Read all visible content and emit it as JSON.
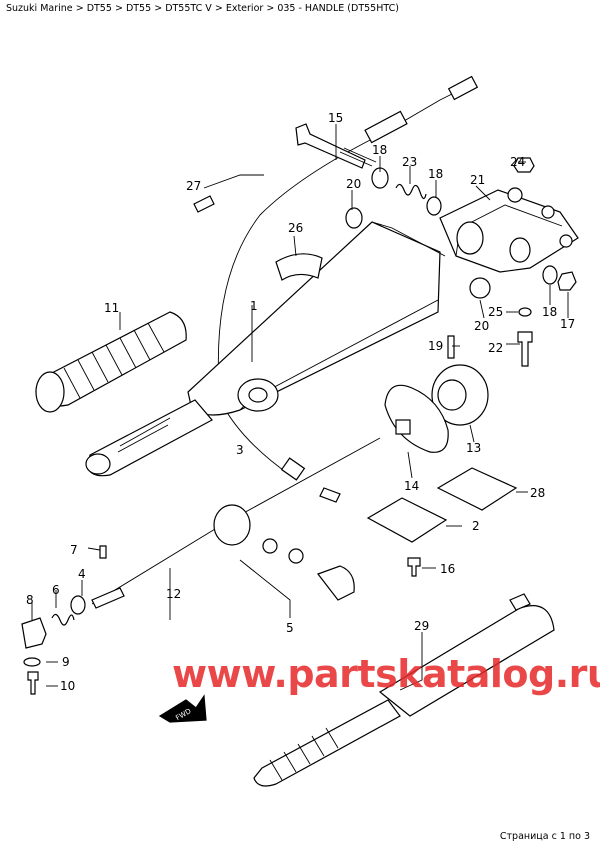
{
  "breadcrumb": {
    "items": [
      "Suzuki Marine",
      "DT55",
      "DT55",
      "DT55TC V",
      "Exterior",
      "035 - HANDLE (DT55HTC)"
    ],
    "separator": ">"
  },
  "diagram": {
    "callouts": [
      "1",
      "2",
      "3",
      "4",
      "5",
      "6",
      "7",
      "8",
      "9",
      "10",
      "11",
      "12",
      "13",
      "14",
      "15",
      "16",
      "17",
      "18",
      "18",
      "18",
      "19",
      "20",
      "20",
      "21",
      "22",
      "23",
      "24",
      "25",
      "26",
      "27",
      "28",
      "29"
    ],
    "fwd_label": "FWD"
  },
  "watermark": "www.partskatalog.ru",
  "pager": "Страница с 1 по 3",
  "colors": {
    "watermark": "#e62828",
    "line": "#000000"
  }
}
